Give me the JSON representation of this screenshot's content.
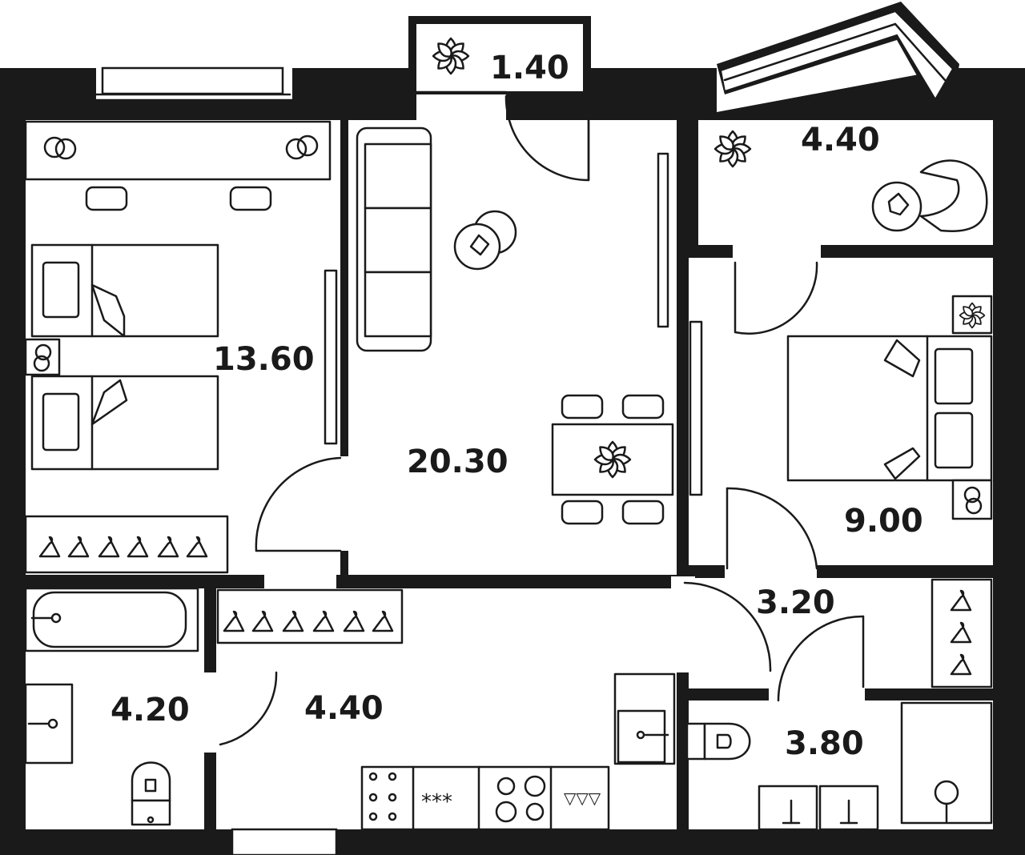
{
  "plan": {
    "rooms": [
      {
        "id": "balcony-small",
        "area": "1.40"
      },
      {
        "id": "loggia",
        "area": "4.40"
      },
      {
        "id": "children-bedroom",
        "area": "13.60"
      },
      {
        "id": "living-kitchen",
        "area": "20.30"
      },
      {
        "id": "bedroom",
        "area": "9.00"
      },
      {
        "id": "corridor",
        "area": "3.20"
      },
      {
        "id": "bathroom",
        "area": "4.20"
      },
      {
        "id": "hallway",
        "area": "4.40"
      },
      {
        "id": "wc",
        "area": "3.80"
      }
    ],
    "colors": {
      "wall": "#1a1a1a",
      "floor": "#ffffff",
      "line": "#1a1a1a"
    }
  }
}
